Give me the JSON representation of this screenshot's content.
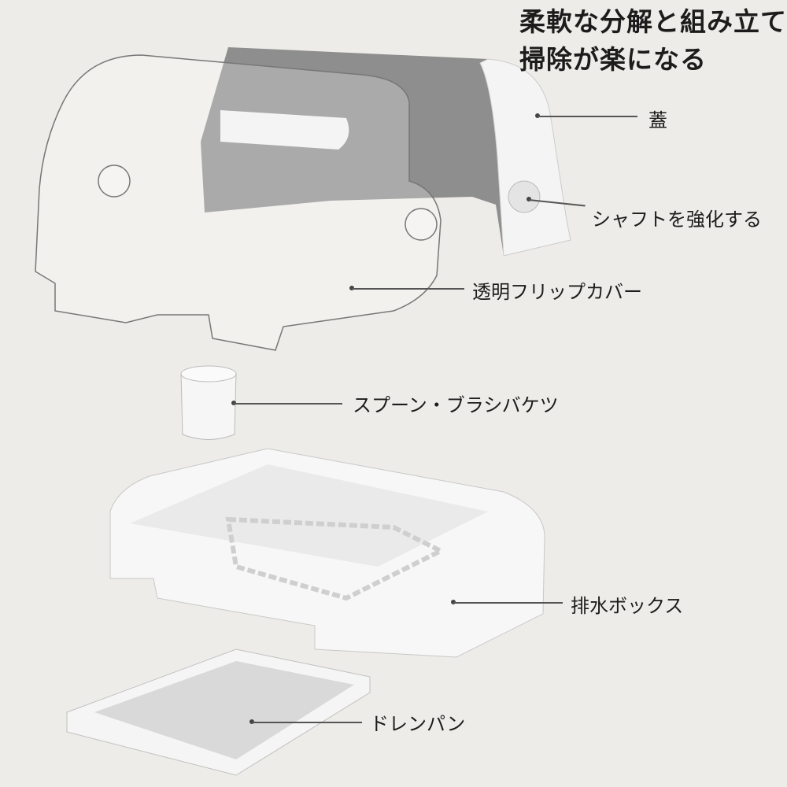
{
  "title": {
    "line1": "柔軟な分解と組み立て",
    "line2": "掃除が楽になる"
  },
  "labels": {
    "lid": "蓋",
    "shaft": "シャフトを強化する",
    "cover": "透明フリップカバー",
    "bucket": "スプーン・ブラシバケツ",
    "drain_box": "排水ボックス",
    "drain_pan": "ドレンパン"
  }
}
